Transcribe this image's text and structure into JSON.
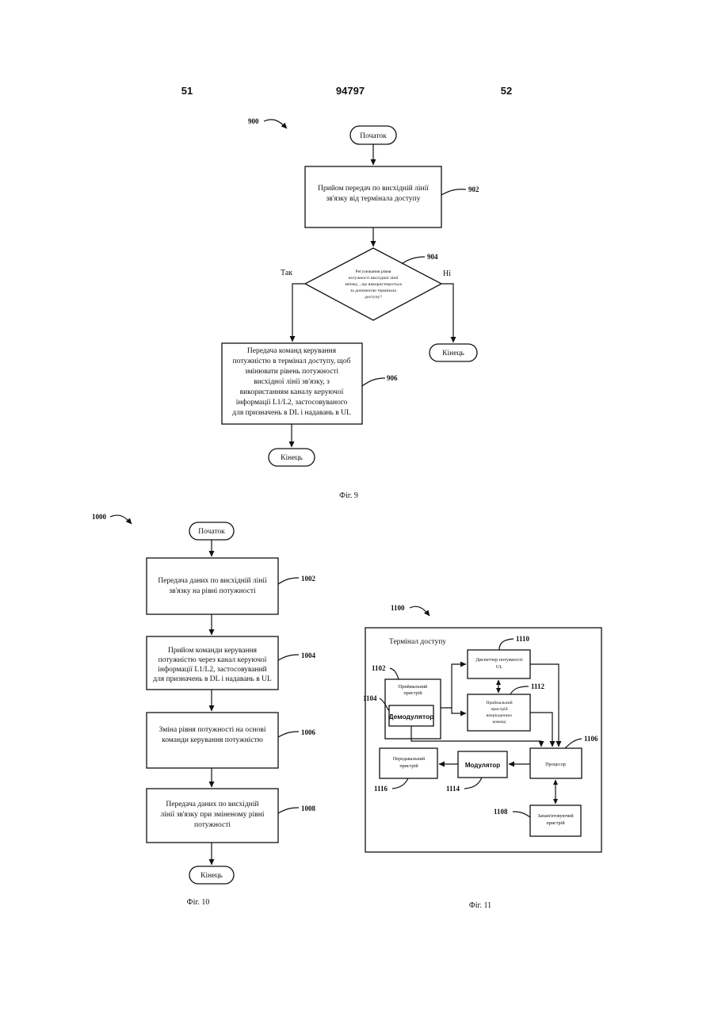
{
  "header": {
    "left_page": "51",
    "doc_number": "94797",
    "right_page": "52"
  },
  "fig9": {
    "ref": "900",
    "start": "Початок",
    "step902": {
      "lines": [
        "Прийом передач по висхідній лінії",
        "зв'язку від термінала доступу"
      ],
      "ref": "902"
    },
    "decision904": {
      "lines": [
        "Регулювання рівня",
        "потужності висхідної лінії",
        "зв'язку, , що використовується",
        "за допомогою термінала",
        "доступу?"
      ],
      "ref": "904"
    },
    "yes": "Так",
    "no": "Ні",
    "end_no": "Кінець",
    "step906": {
      "lines": [
        "Передача команд керування",
        "потужністю в термінал доступу, щоб",
        "змінювати рівень потужності",
        "висхідної лінії зв'язку, з",
        "використанням каналу керуючої",
        "інформації L1/L2, застосовуваного",
        "для призначень в DL і надавань в UL"
      ],
      "ref": "906"
    },
    "end": "Кінець",
    "caption": "Фіг. 9"
  },
  "fig10": {
    "ref": "1000",
    "start": "Початок",
    "step1002": {
      "lines": [
        "Передача даних по висхідній лінії",
        "зв'язку на рівні потужності"
      ],
      "ref": "1002"
    },
    "step1004": {
      "lines": [
        "Прийом команди керування",
        "потужністю через канал керуючої",
        "інформації L1/L2, застосовуваний",
        "для призначень в DL і надавань в UL"
      ],
      "ref": "1004"
    },
    "step1006": {
      "lines": [
        "Зміна рівня потужності на основі",
        "команди керування потужністю"
      ],
      "ref": "1006"
    },
    "step1008": {
      "lines": [
        "Передача даних по висхідній",
        "лінії зв'язку при зміненому рівні",
        "потужності"
      ],
      "ref": "1008"
    },
    "end": "Кінець",
    "caption": "Фіг. 10"
  },
  "fig11": {
    "ref": "1100",
    "terminal_label": "Термінал доступу",
    "receiver": {
      "lines": [
        "Приймальний",
        "пристрій"
      ],
      "ref": "1102"
    },
    "demodulator": {
      "label": "Демодулятор",
      "ref": "1104"
    },
    "power_manager": {
      "lines": [
        "Диспетчер потужності",
        "UL"
      ],
      "ref": "1110"
    },
    "cmd_receiver": {
      "lines": [
        "Приймальний",
        "пристрій",
        "вперіодичних",
        "команд"
      ],
      "ref": "1112"
    },
    "processor": {
      "label": "Процесор",
      "ref": "1106"
    },
    "modulator": {
      "label": "Модулятор",
      "ref": "1114"
    },
    "transmitter": {
      "lines": [
        "Передавальний",
        "пристрій"
      ],
      "ref": "1116"
    },
    "memory": {
      "lines": [
        "Запам'ятовуючий",
        "пристрій"
      ],
      "ref": "1108"
    },
    "caption": "Фіг. 11"
  }
}
